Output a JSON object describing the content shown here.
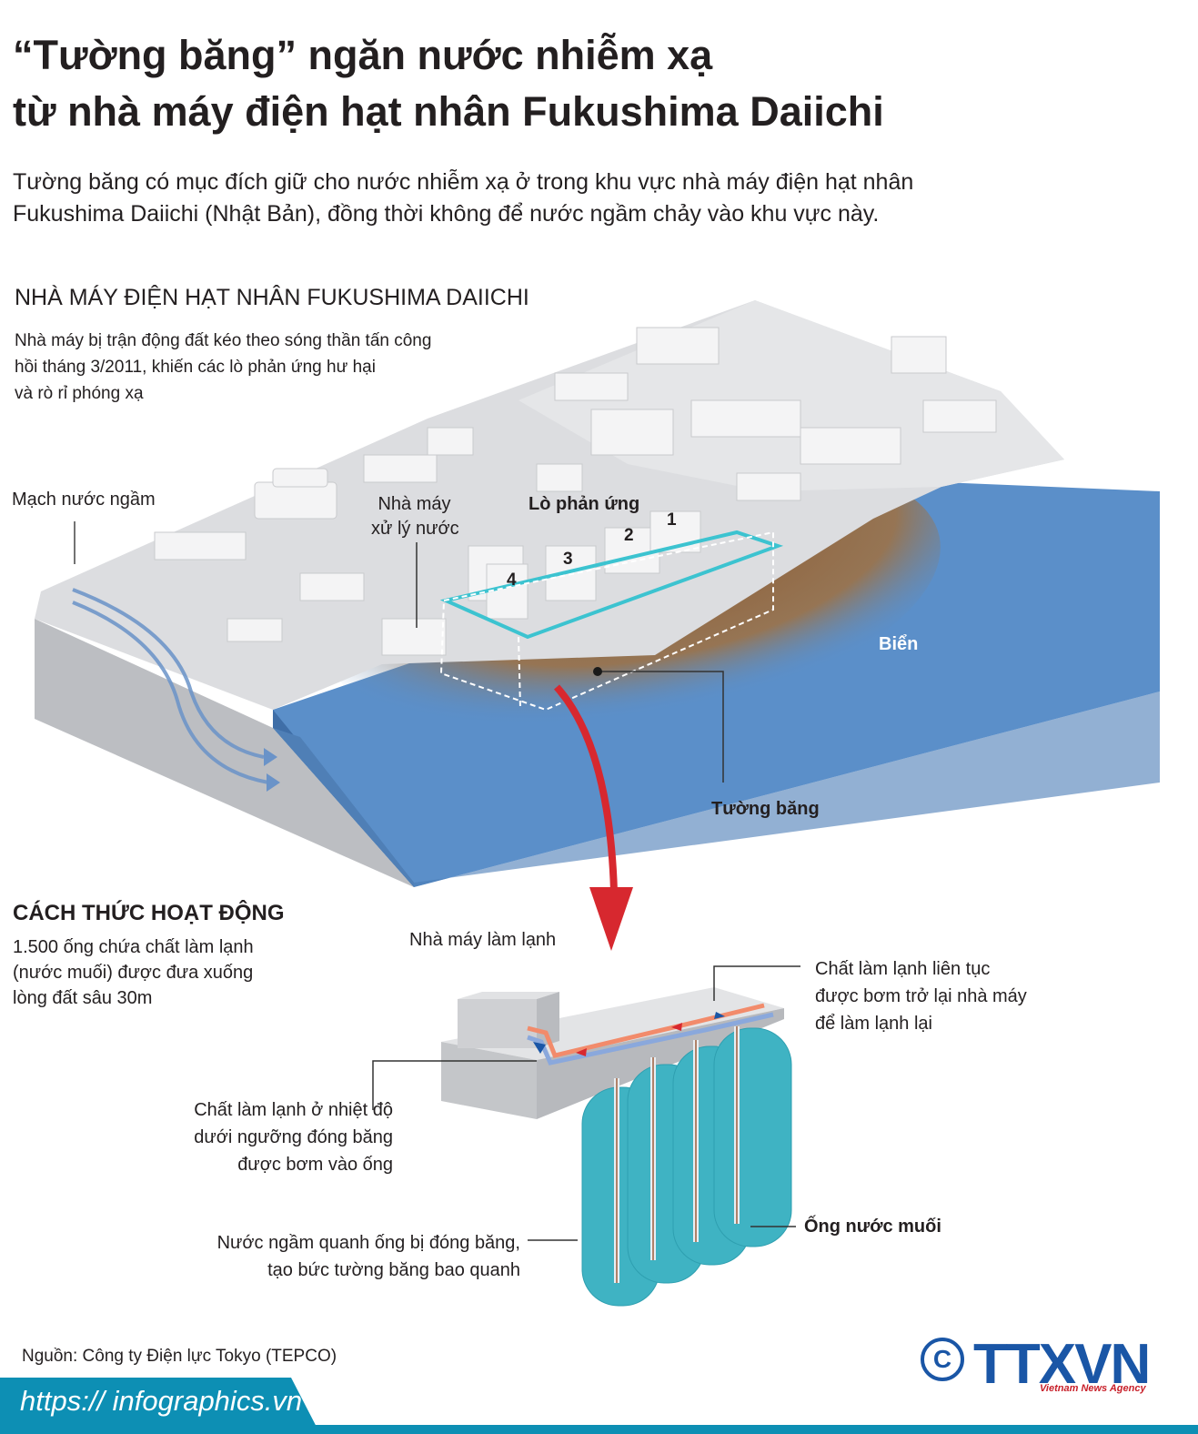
{
  "title": {
    "line1": "“Tường băng” ngăn nước nhiễm xạ",
    "line2": "từ nhà máy điện hạt nhân Fukushima Daiichi"
  },
  "intro": {
    "line1": "Tường băng có mục đích giữ cho nước nhiễm xạ ở trong khu vực nhà máy điện hạt nhân",
    "line2": "Fukushima Daiichi (Nhật Bản), đồng thời không để nước ngầm chảy vào khu vực này."
  },
  "plant": {
    "heading": "NHÀ MÁY ĐIỆN HẠT NHÂN FUKUSHIMA DAIICHI",
    "desc": [
      "Nhà máy bị trận động đất kéo theo sóng thần tấn công",
      "hồi tháng 3/2011, khiến các lò phản ứng hư hại",
      "và rò rỉ phóng xạ"
    ],
    "groundwater_label": "Mạch nước ngầm",
    "treatment_label": [
      "Nhà máy",
      "xử lý nước"
    ],
    "reactor_label": "Lò phản ứng",
    "reactor_numbers": [
      "1",
      "2",
      "3",
      "4"
    ],
    "sea_label": "Biển",
    "ice_wall_label": "Tường băng"
  },
  "how": {
    "heading": "CÁCH THỨC HOẠT ĐỘNG",
    "desc": [
      "1.500 ống chứa chất làm lạnh",
      "(nước muối) được đưa xuống",
      "lòng đất sâu 30m"
    ],
    "cooling_plant_label": "Nhà máy làm lạnh",
    "return_label": [
      "Chất làm lạnh liên tục",
      "được bơm trở lại nhà máy",
      "để làm lạnh lại"
    ],
    "inject_label": [
      "Chất làm lạnh ở nhiệt độ",
      "dưới ngưỡng đóng băng",
      "được bơm vào ống"
    ],
    "freeze_label": [
      "Nước ngầm quanh ống bị đóng băng,",
      "tạo bức tường băng bao quanh"
    ],
    "pipe_label": "Ống nước muối"
  },
  "source": "Nguồn: Công ty Điện lực Tokyo (TEPCO)",
  "footer": {
    "url": "https:// infographics.vn",
    "logo": "TTXVN",
    "logo_sub": "Vietnam News Agency",
    "copyright_symbol": "C"
  },
  "colors": {
    "sea": "#5b8fc9",
    "land": "#d7d8db",
    "ice": "#38b5c4",
    "arrow": "#d7282f",
    "brand": "#1a56a6",
    "footer": "#0d8fb4"
  }
}
